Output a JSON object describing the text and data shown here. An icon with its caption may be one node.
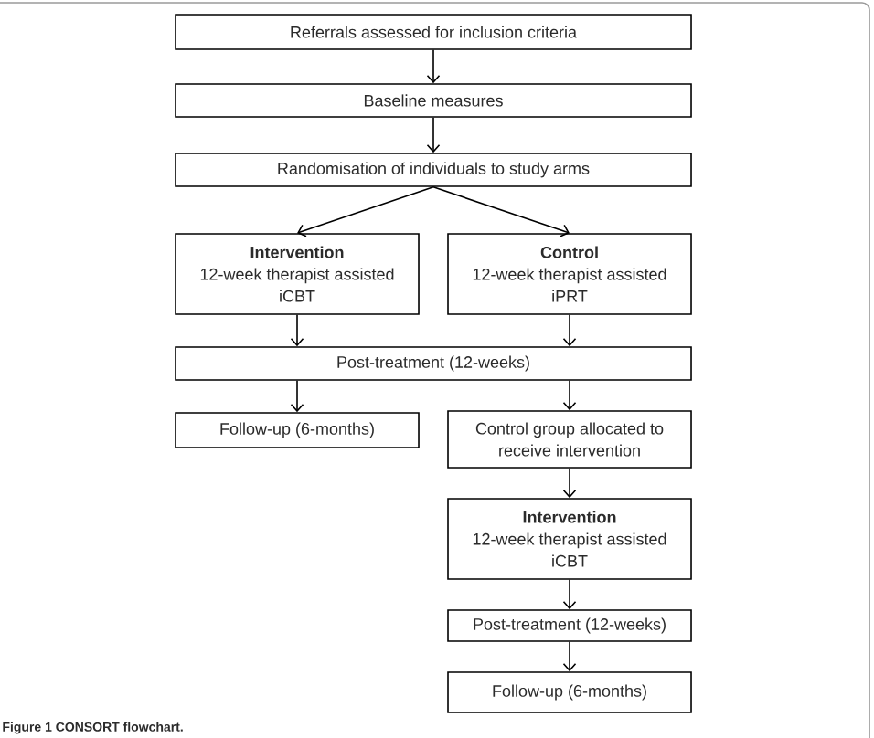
{
  "diagram": {
    "caption": "Figure 1 CONSORT flowchart.",
    "nodes": [
      {
        "text": [
          "Referrals assessed for inclusion criteria"
        ]
      },
      {
        "text": [
          "Baseline measures"
        ]
      },
      {
        "text": [
          "Randomisation of individuals to study arms"
        ]
      },
      {
        "text": [
          "Intervention",
          "12-week therapist assisted iCBT"
        ]
      },
      {
        "text": [
          "Control",
          "12-week therapist assisted iPRT"
        ]
      },
      {
        "text": [
          "Post-treatment (12-weeks)"
        ]
      },
      {
        "text": [
          "Follow-up (6-months)"
        ]
      },
      {
        "text": [
          "Control group allocated to receive intervention"
        ]
      },
      {
        "text": [
          "Intervention",
          "12-week therapist assisted iCBT"
        ]
      },
      {
        "text": [
          "Post-treatment (12-weeks)"
        ]
      },
      {
        "text": [
          "Follow-up (6-months)"
        ]
      }
    ],
    "edges": [
      {
        "from": 0,
        "to": 1,
        "arrow": "to"
      },
      {
        "from": 1,
        "to": 2,
        "arrow": "to"
      },
      {
        "from": 2,
        "to": 3,
        "arrow": "to"
      },
      {
        "from": 2,
        "to": 4,
        "arrow": "to"
      },
      {
        "from": 3,
        "to": 5,
        "arrow": "to"
      },
      {
        "from": 4,
        "to": 5,
        "arrow": "to"
      },
      {
        "from": 5,
        "to": 6,
        "arrow": "to"
      },
      {
        "from": 5,
        "to": 7,
        "arrow": "to"
      },
      {
        "from": 7,
        "to": 8,
        "arrow": "to"
      },
      {
        "from": 8,
        "to": 9,
        "arrow": "to"
      },
      {
        "from": 9,
        "to": 10,
        "arrow": "to"
      }
    ]
  }
}
